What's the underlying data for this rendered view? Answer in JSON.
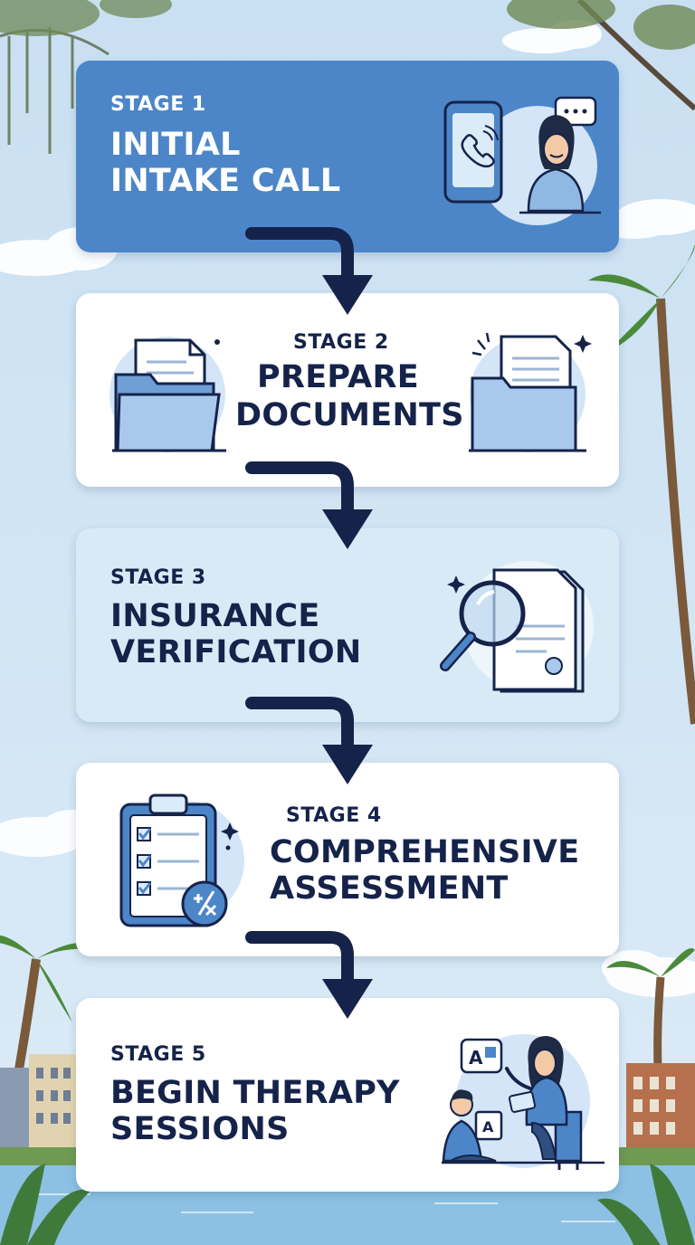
{
  "stages": [
    {
      "label": "STAGE 1",
      "title_lines": [
        "INITIAL",
        "INTAKE CALL"
      ],
      "icon": "phone-call-person-icon"
    },
    {
      "label": "STAGE 2",
      "title_lines": [
        "PREPARE",
        "DOCUMENTS"
      ],
      "icon": "document-folder-icon"
    },
    {
      "label": "STAGE 3",
      "title_lines": [
        "INSURANCE",
        "VERIFICATION"
      ],
      "icon": "magnifying-glass-document-icon"
    },
    {
      "label": "STAGE 4",
      "title_lines": [
        "COMPREHENSIVE",
        "ASSESSMENT"
      ],
      "icon": "clipboard-checklist-icon"
    },
    {
      "label": "STAGE 5",
      "title_lines": [
        "BEGIN THERAPY",
        "SESSIONS"
      ],
      "icon": "therapy-session-icon"
    }
  ],
  "colors": {
    "accent_blue": "#4c86c8",
    "navy": "#15234a",
    "sky": "#cfe3f3",
    "light_card": "#d9eaf7"
  }
}
